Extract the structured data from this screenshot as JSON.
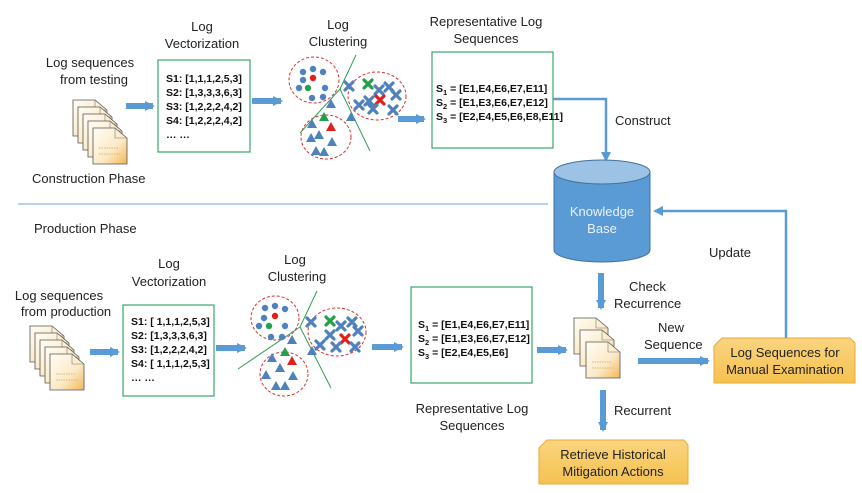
{
  "construction": {
    "phase_label": "Construction Phase",
    "input_label": [
      "Log sequences",
      "from testing"
    ],
    "vectorization_title": [
      "Log",
      "Vectorization"
    ],
    "vectors": [
      "S1:  [1,1,1,2,5,3]",
      "S2: [1,3,3,3,6,3]",
      "S3:  [1,2,2,2,4,2]",
      "S4:  [1,2,2,2,4,2]",
      "… …"
    ],
    "clustering_title": [
      "Log",
      "Clustering"
    ],
    "representative_title": [
      "Representative Log",
      "Sequences"
    ],
    "representatives": [
      {
        "name": "S",
        "sub": "1",
        "value": " = [E1,E4,E6,E7,E11]"
      },
      {
        "name": "S",
        "sub": "2",
        "value": " = [E1,E3,E6,E7,E12]"
      },
      {
        "name": "S",
        "sub": "3",
        "value": " = [E2,E4,E5,E6,E8,E11]"
      }
    ],
    "construct_label": "Construct"
  },
  "knowledge_base": {
    "label": [
      "Knowledge",
      "Base"
    ]
  },
  "production": {
    "phase_label": "Production Phase",
    "input_label": [
      "Log sequences",
      "from production"
    ],
    "vectorization_title": [
      "Log",
      "Vectorization"
    ],
    "vectors": [
      "S1:  [ 1,1,1,2,5,3]",
      "S2: [1,3,3,3,6,3]",
      "S3:  [1,2,2,2,4,2]",
      "S4:  [ 1,1,1,2,5,3]",
      "… …"
    ],
    "clustering_title": [
      "Log",
      "Clustering"
    ],
    "representative_title": [
      "Representative Log",
      "Sequences"
    ],
    "representatives": [
      {
        "name": "S",
        "sub": "1",
        "value": " = [E1,E4,E6,E7,E11]"
      },
      {
        "name": "S",
        "sub": "2",
        "value": " = [E1,E3,E6,E7,E12]"
      },
      {
        "name": "S",
        "sub": "3",
        "value": " = [E2,E4,E5,E6]"
      }
    ],
    "check_label": [
      "Check",
      "Recurrence"
    ],
    "new_sequence_label": [
      "New",
      "Sequence"
    ],
    "recurrent_label": "Recurrent",
    "update_label": "Update",
    "manual_box": [
      "Log Sequences for",
      "Manual Examination"
    ],
    "retrieve_box": [
      "Retrieve Historical",
      "Mitigation Actions"
    ]
  },
  "colors": {
    "arrow": "#5b9bd5",
    "box_border": "#3aa66a",
    "cylinder": "#5b9bd5",
    "orange_fill": "#f8c963",
    "cluster_circle": "#d9312b",
    "divider": "#9ec3e6"
  }
}
